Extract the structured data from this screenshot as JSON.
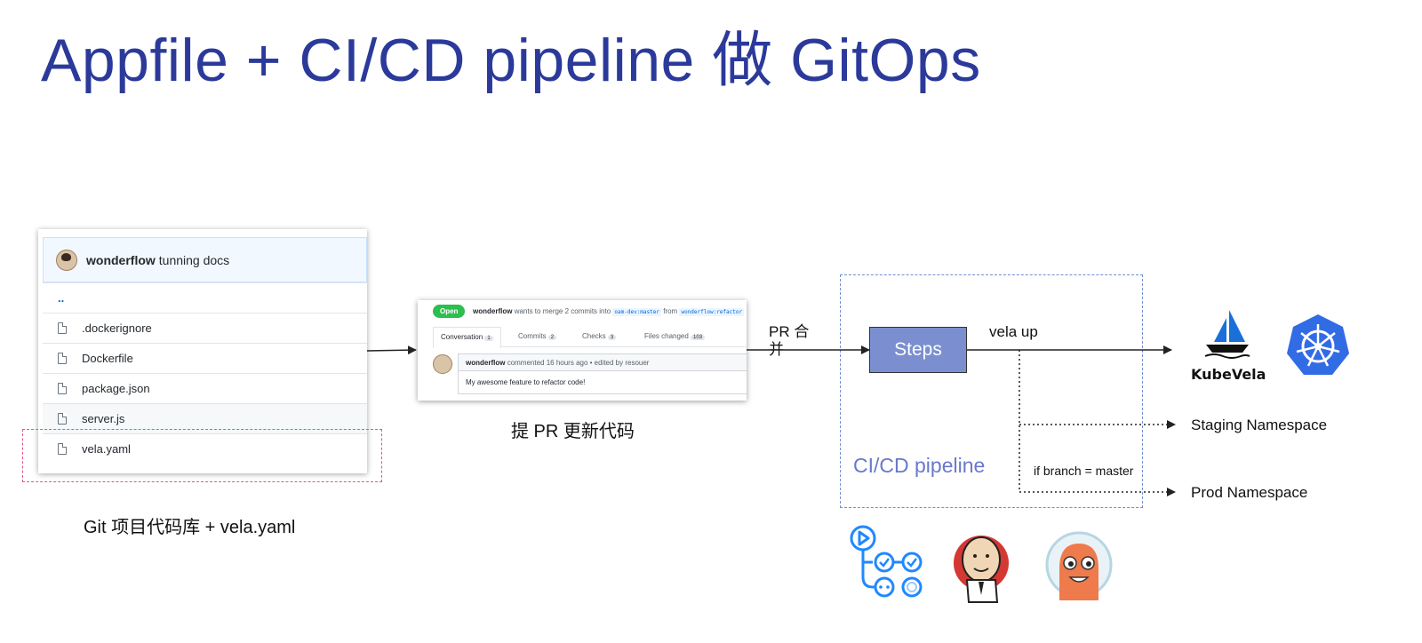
{
  "title": "Appfile + CI/CD pipeline 做 GitOps",
  "repo": {
    "author": "wonderflow",
    "message": "tunning docs",
    "parent": "..",
    "files": [
      ".dockerignore",
      "Dockerfile",
      "package.json",
      "server.js",
      "vela.yaml"
    ],
    "caption": "Git 项目代码库 + vela.yaml"
  },
  "pr": {
    "state": "Open",
    "author": "wonderflow",
    "merge_text": "wants to merge 2 commits into",
    "base": "oam-dev:master",
    "from_text": "from",
    "head": "wonderflow:refactor",
    "tabs": [
      {
        "label": "Conversation",
        "count": "1"
      },
      {
        "label": "Commits",
        "count": "2"
      },
      {
        "label": "Checks",
        "count": "3"
      },
      {
        "label": "Files changed",
        "count": "103"
      }
    ],
    "comment_author": "wonderflow",
    "comment_meta": "commented 16 hours ago • edited by resouer",
    "comment_body": "My awesome feature to refactor code!",
    "caption": "提 PR 更新代码"
  },
  "flow": {
    "pr_merge_line1": "PR 合",
    "pr_merge_line2": "并",
    "steps": "Steps",
    "vela_up": "vela up",
    "pipeline_label": "CI/CD pipeline",
    "condition": "if branch = master",
    "staging": "Staging Namespace",
    "prod": "Prod Namespace"
  },
  "logos": {
    "kubevela": "KubeVela",
    "kubernetes": "kubernetes-icon",
    "github_actions": "github-actions-icon",
    "jenkins": "jenkins-icon",
    "argo": "argo-icon"
  },
  "colors": {
    "title": "#2b3a9a",
    "steps_fill": "#7b8fd0",
    "pipeline_border": "#6f8fd0",
    "highlight_border": "#e8528a",
    "kubernetes_blue": "#326ce5"
  }
}
